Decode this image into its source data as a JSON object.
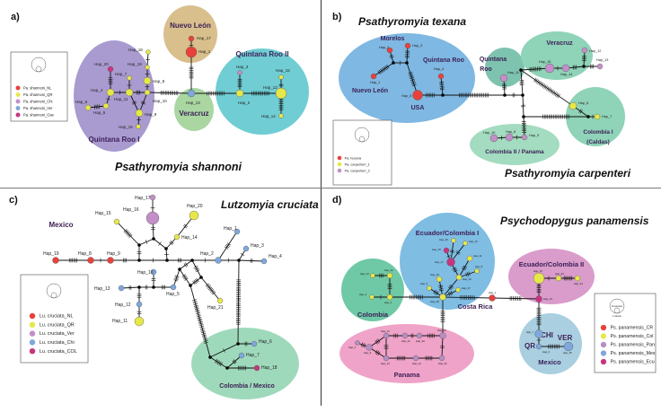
{
  "panels": {
    "a": {
      "letter": "a)",
      "title": "Psathyromyia shannoni",
      "regions": [
        "Quintana Roo I",
        "Nuevo León",
        "Veracruz",
        "Quintana Roo II"
      ],
      "region_colors": [
        "#a99bd0",
        "#d8bf8c",
        "#a9d6a1",
        "#70cdd4"
      ],
      "legend": [
        {
          "label": "Pa. shannoni_NL",
          "color": "#e8413c"
        },
        {
          "label": "Pa. shannoni_QR",
          "color": "#e6e84a"
        },
        {
          "label": "Pa. shannoni_Chi",
          "color": "#c48fc9"
        },
        {
          "label": "Pa. shannoni_Ver",
          "color": "#7fa7dc"
        },
        {
          "label": "Pa. shannoni_Oax",
          "color": "#c8357f"
        }
      ],
      "haplotypes": [
        {
          "label": "Hap_17",
          "pop": 0
        },
        {
          "label": "Hap_1",
          "pop": 0
        },
        {
          "label": "Hap_13",
          "pop": 3
        },
        {
          "label": "Hap_4",
          "pop": 1
        },
        {
          "label": "Hap_20",
          "pop": 4
        },
        {
          "label": "Hap_6",
          "pop": 1
        },
        {
          "label": "Hap_5",
          "pop": 1
        },
        {
          "label": "Hap_11",
          "pop": 1
        },
        {
          "label": "Hap_7",
          "pop": 1
        },
        {
          "label": "Hap_10",
          "pop": 1
        },
        {
          "label": "Hap_8",
          "pop": 1
        },
        {
          "label": "Hap_19",
          "pop": 1
        },
        {
          "label": "Hap_18",
          "pop": 1
        },
        {
          "label": "Hap_9",
          "pop": 1
        },
        {
          "label": "Hap_16",
          "pop": 1
        },
        {
          "label": "Hap_2",
          "pop": 1
        },
        {
          "label": "Hap_3",
          "pop": 2
        },
        {
          "label": "Hap_12",
          "pop": 1
        },
        {
          "label": "Hap_15",
          "pop": 1
        },
        {
          "label": "Hap_14",
          "pop": 1
        }
      ]
    },
    "b": {
      "letter": "b)",
      "title": "Psathyromyia  texana",
      "title2": "Psathyromyia carpenteri",
      "regions": [
        "Morelos",
        "Quintana Roo",
        "Nuevo León",
        "USA",
        "Quintana",
        "Roo",
        "Veracruz",
        "Colombia I",
        "(Caldas)",
        "Colombia II / Panama"
      ],
      "region_colors": [
        "#7fb8e2",
        "#7ec3b0",
        "#8fd3b8",
        "#8fd3b8",
        "#a3dcc0"
      ],
      "legend": [
        {
          "label": "Pa. texana",
          "color": "#e8413c"
        },
        {
          "label": "Pa. carpenteri_1",
          "color": "#e6e84a"
        },
        {
          "label": "Pa. carpenteri_2",
          "color": "#c48fc9"
        }
      ],
      "haplotypes": [
        {
          "label": "Hap_2",
          "pop": 0
        },
        {
          "label": "Hap_3",
          "pop": 0
        },
        {
          "label": "Hap_1",
          "pop": 0
        },
        {
          "label": "Hap_4",
          "pop": 0
        },
        {
          "label": "Hap_5",
          "pop": 0
        },
        {
          "label": "Hap_11",
          "pop": 2
        },
        {
          "label": "Hap_15",
          "pop": 2
        },
        {
          "label": "Hap_14",
          "pop": 2
        },
        {
          "label": "Hap_12",
          "pop": 2
        },
        {
          "label": "Hap_13",
          "pop": 2
        },
        {
          "label": "Hap_6",
          "pop": 1
        },
        {
          "label": "Hap_7",
          "pop": 1
        },
        {
          "label": "Hap_10",
          "pop": 2
        },
        {
          "label": "Hap_8",
          "pop": 2
        },
        {
          "label": "Hap_9",
          "pop": 2
        }
      ]
    },
    "c": {
      "letter": "c)",
      "title": "Lutzomyia cruciata",
      "regions": [
        "Mexico",
        "Colombia / Mexico"
      ],
      "region_colors": [
        "#9fd9bb"
      ],
      "legend": [
        {
          "label": "Lu. cruciata_NL",
          "color": "#e8413c"
        },
        {
          "label": "Lu. cruciata_QR",
          "color": "#e6e84a"
        },
        {
          "label": "Lu. cruciata_Ver",
          "color": "#c48fc9"
        },
        {
          "label": "Lu. cruciata_Chi",
          "color": "#7fa7dc"
        },
        {
          "label": "Lu. cruciata_COL",
          "color": "#c8357f"
        }
      ],
      "haplotypes": [
        {
          "label": "Hap_17",
          "pop": 2
        },
        {
          "label": "Hap_16",
          "pop": 2
        },
        {
          "label": "Hap_20",
          "pop": 1
        },
        {
          "label": "Hap_15",
          "pop": 1
        },
        {
          "label": "Hap_14",
          "pop": 1
        },
        {
          "label": "Hap_19",
          "pop": 0
        },
        {
          "label": "Hap_8",
          "pop": 0
        },
        {
          "label": "Hap_9",
          "pop": 0
        },
        {
          "label": "Hap_2",
          "pop": 3
        },
        {
          "label": "Hap_1",
          "pop": 3
        },
        {
          "label": "Hap_3",
          "pop": 3
        },
        {
          "label": "Hap_4",
          "pop": 3
        },
        {
          "label": "Hap_10",
          "pop": 3
        },
        {
          "label": "Hap_13",
          "pop": 3
        },
        {
          "label": "Hap_5",
          "pop": 3
        },
        {
          "label": "Hap_12",
          "pop": 3
        },
        {
          "label": "Hap_11",
          "pop": 1
        },
        {
          "label": "Hap_21",
          "pop": 1
        },
        {
          "label": "Hap_6",
          "pop": 3
        },
        {
          "label": "Hap_7",
          "pop": 3
        },
        {
          "label": "Hap_18",
          "pop": 4
        }
      ]
    },
    "d": {
      "letter": "d)",
      "title": "Psychodopygus panamensis",
      "regions": [
        "Ecuador/Colombia I",
        "Colombia",
        "Panama",
        "Costa Rica",
        "Ecuador/Colombia II",
        "Mexico",
        "CHI",
        "QR",
        "VER"
      ],
      "region_colors": [
        "#7fbde3",
        "#6fc9a6",
        "#f0a3c8",
        "#d99ccb",
        "#a9cfe0"
      ],
      "size_scale": [
        "10 samples",
        "1 sample"
      ],
      "legend": [
        {
          "label": "Ps. panamensis_CR",
          "color": "#e8413c"
        },
        {
          "label": "Ps. panamensis_Col",
          "color": "#e6e84a"
        },
        {
          "label": "Ps. panamensis_Pan",
          "color": "#b48fc2"
        },
        {
          "label": "Ps. panamensis_Mex",
          "color": "#7fa7dc"
        },
        {
          "label": "Ps. panamensis_Ecu",
          "color": "#c8357f"
        }
      ],
      "haplotypes": [
        {
          "label": "Hap_1",
          "pop": 0
        },
        {
          "label": "Hap_28",
          "pop": 1
        },
        {
          "label": "Hap_2",
          "pop": 1
        },
        {
          "label": "Hap_3",
          "pop": 1
        },
        {
          "label": "Hap_22",
          "pop": 1
        },
        {
          "label": "Hap_21",
          "pop": 1
        },
        {
          "label": "Hap_5",
          "pop": 1
        },
        {
          "label": "Hap_25",
          "pop": 1
        },
        {
          "label": "Hap_20",
          "pop": 1
        },
        {
          "label": "Hap_27",
          "pop": 1
        },
        {
          "label": "Hap_8",
          "pop": 1
        },
        {
          "label": "Hap_11",
          "pop": 1
        },
        {
          "label": "Hap_17",
          "pop": 4
        },
        {
          "label": "Hap_18",
          "pop": 4
        },
        {
          "label": "Hap_26",
          "pop": 1
        },
        {
          "label": "Hap_10",
          "pop": 1
        },
        {
          "label": "Hap_4",
          "pop": 2
        },
        {
          "label": "Hap_9",
          "pop": 2
        },
        {
          "label": "Hap_13",
          "pop": 2
        },
        {
          "label": "Hap_31",
          "pop": 2
        },
        {
          "label": "Hap_30",
          "pop": 2
        },
        {
          "label": "Hap_29",
          "pop": 2
        },
        {
          "label": "Hap_14",
          "pop": 2
        },
        {
          "label": "Hap_12",
          "pop": 2
        },
        {
          "label": "Hap_32",
          "pop": 2
        },
        {
          "label": "Hap_16",
          "pop": 1
        },
        {
          "label": "Hap_23",
          "pop": 1
        },
        {
          "label": "Hap_24",
          "pop": 1
        },
        {
          "label": "Hap_19",
          "pop": 4
        },
        {
          "label": "Hap_7",
          "pop": 3
        },
        {
          "label": "Hap_6",
          "pop": 3
        },
        {
          "label": "Hap_35",
          "pop": 3
        }
      ]
    }
  }
}
